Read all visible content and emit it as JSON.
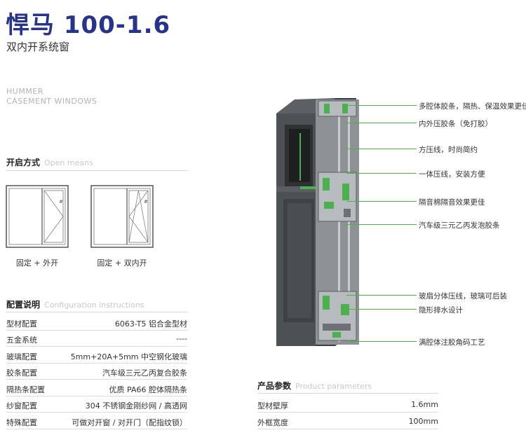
{
  "header": {
    "title": "悍马 100-1.6",
    "subtitle": "双内开系统窗",
    "english_line1": "HUMMER",
    "english_line2": "CASEMENT WINDOWS"
  },
  "open_means": {
    "title": "开启方式",
    "title_en": "Open means",
    "options": [
      {
        "label": "固定 + 外开"
      },
      {
        "label": "固定 + 双内开"
      }
    ]
  },
  "configuration": {
    "title": "配置说明",
    "title_en": "Configuration instructions",
    "rows": [
      {
        "key": "型材配置",
        "value": "6063-T5 铝合金型材"
      },
      {
        "key": "五金系统",
        "value": "----"
      },
      {
        "key": "玻璃配置",
        "value": "5mm+20A+5mm 中空钢化玻璃"
      },
      {
        "key": "胶条配置",
        "value": "汽车级三元乙丙复合胶条"
      },
      {
        "key": "隔热条配置",
        "value": "优质 PA66 腔体隔热条"
      },
      {
        "key": "纱窗配置",
        "value": "304 不锈钢金刚纱网 / 高透网"
      },
      {
        "key": "特殊配置",
        "value": "可做对开窗 / 对开门（配指纹锁）"
      }
    ]
  },
  "product_parameters": {
    "title": "产品参数",
    "title_en": "Product parameters",
    "rows": [
      {
        "key": "型材壁厚",
        "value": "1.6mm"
      },
      {
        "key": "外框宽度",
        "value": "100mm"
      }
    ]
  },
  "callouts": [
    {
      "text": "多腔体胶条，隔热、保温效果更佳"
    },
    {
      "text": "内外压胶条（免打胶）"
    },
    {
      "text": "方压线，时尚简约"
    },
    {
      "text": "一体压线，安装方便"
    },
    {
      "text": "隔音棉隔音效果更佳"
    },
    {
      "text": "汽车级三元乙丙发泡胶条"
    },
    {
      "text": "玻扇分体压线，玻璃可后装"
    },
    {
      "text": "隐形排水设计"
    },
    {
      "text": "满腔体注胶角码工艺"
    }
  ],
  "colors": {
    "title": "#27348b",
    "profile": "#4a4d50",
    "accent": "#4caf50"
  }
}
